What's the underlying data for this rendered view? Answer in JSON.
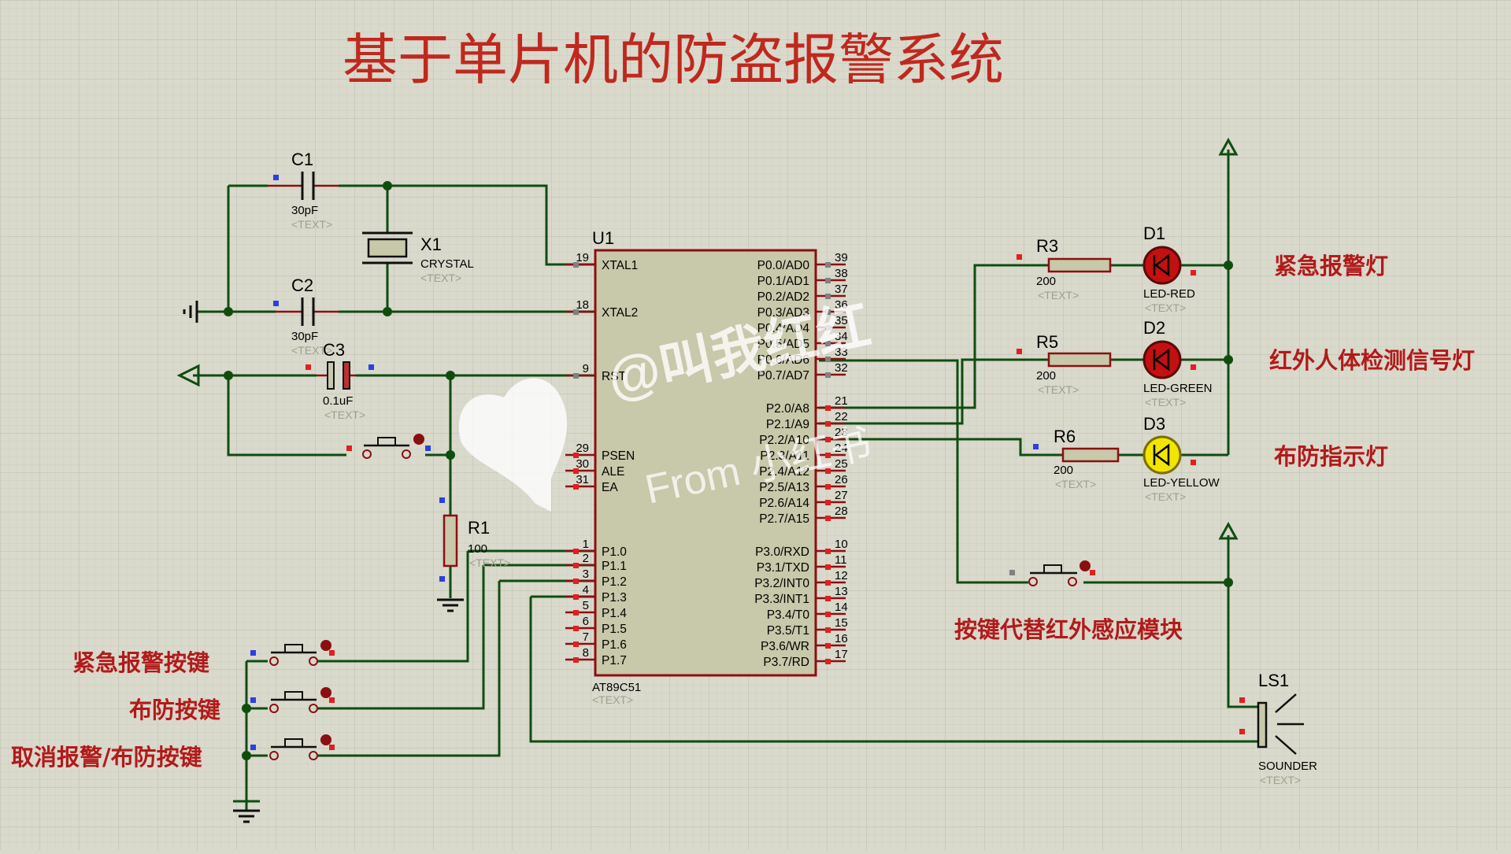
{
  "title": "基于单片机的防盗报警系统",
  "mcu": {
    "ref": "U1",
    "part": "AT89C51",
    "text": "<TEXT>",
    "left_pins": [
      {
        "num": "19",
        "name": "XTAL1"
      },
      {
        "num": "18",
        "name": "XTAL2"
      },
      {
        "num": "9",
        "name": "RST"
      },
      {
        "num": "29",
        "name": "PSEN"
      },
      {
        "num": "30",
        "name": "ALE"
      },
      {
        "num": "31",
        "name": "EA"
      },
      {
        "num": "1",
        "name": "P1.0"
      },
      {
        "num": "2",
        "name": "P1.1"
      },
      {
        "num": "3",
        "name": "P1.2"
      },
      {
        "num": "4",
        "name": "P1.3"
      },
      {
        "num": "5",
        "name": "P1.4"
      },
      {
        "num": "6",
        "name": "P1.5"
      },
      {
        "num": "7",
        "name": "P1.6"
      },
      {
        "num": "8",
        "name": "P1.7"
      }
    ],
    "right_pins": [
      {
        "num": "39",
        "name": "P0.0/AD0"
      },
      {
        "num": "38",
        "name": "P0.1/AD1"
      },
      {
        "num": "37",
        "name": "P0.2/AD2"
      },
      {
        "num": "36",
        "name": "P0.3/AD3"
      },
      {
        "num": "35",
        "name": "P0.4/AD4"
      },
      {
        "num": "34",
        "name": "P0.5/AD5"
      },
      {
        "num": "33",
        "name": "P0.6/AD6"
      },
      {
        "num": "32",
        "name": "P0.7/AD7"
      },
      {
        "num": "21",
        "name": "P2.0/A8"
      },
      {
        "num": "22",
        "name": "P2.1/A9"
      },
      {
        "num": "23",
        "name": "P2.2/A10"
      },
      {
        "num": "24",
        "name": "P2.3/A11"
      },
      {
        "num": "25",
        "name": "P2.4/A12"
      },
      {
        "num": "26",
        "name": "P2.5/A13"
      },
      {
        "num": "27",
        "name": "P2.6/A14"
      },
      {
        "num": "28",
        "name": "P2.7/A15"
      },
      {
        "num": "10",
        "name": "P3.0/RXD"
      },
      {
        "num": "11",
        "name": "P3.1/TXD"
      },
      {
        "num": "12",
        "name": "P3.2/INT0"
      },
      {
        "num": "13",
        "name": "P3.3/INT1"
      },
      {
        "num": "14",
        "name": "P3.4/T0"
      },
      {
        "num": "15",
        "name": "P3.5/T1"
      },
      {
        "num": "16",
        "name": "P3.6/WR"
      },
      {
        "num": "17",
        "name": "P3.7/RD"
      }
    ]
  },
  "components": {
    "c1": {
      "ref": "C1",
      "value": "30pF",
      "text": "<TEXT>"
    },
    "c2": {
      "ref": "C2",
      "value": "30pF",
      "text": "<TEXT>"
    },
    "c3": {
      "ref": "C3",
      "value": "0.1uF",
      "text": "<TEXT>"
    },
    "x1": {
      "ref": "X1",
      "value": "CRYSTAL",
      "text": "<TEXT>"
    },
    "r1": {
      "ref": "R1",
      "value": "100",
      "text": "<TEXT>"
    },
    "r3": {
      "ref": "R3",
      "value": "200",
      "text": "<TEXT>"
    },
    "r5": {
      "ref": "R5",
      "value": "200",
      "text": "<TEXT>"
    },
    "r6": {
      "ref": "R6",
      "value": "200",
      "text": "<TEXT>"
    },
    "d1": {
      "ref": "D1",
      "value": "LED-RED",
      "text": "<TEXT>"
    },
    "d2": {
      "ref": "D2",
      "value": "LED-GREEN",
      "text": "<TEXT>"
    },
    "d3": {
      "ref": "D3",
      "value": "LED-YELLOW",
      "text": "<TEXT>"
    },
    "ls1": {
      "ref": "LS1",
      "value": "SOUNDER",
      "text": "<TEXT>"
    }
  },
  "annotations": {
    "emergency_led": "紧急报警灯",
    "ir_led": "红外人体检测信号灯",
    "arm_led": "布防指示灯",
    "ir_button": "按键代替红外感应模块",
    "emergency_button": "紧急报警按键",
    "arm_button": "布防按键",
    "cancel_button": "取消报警/布防按键"
  },
  "watermark": {
    "handle": "@叫我红红",
    "source": "From 小红书"
  },
  "colors": {
    "background": "#d9d9cc",
    "grid": "#c6c6b8",
    "wire": "#0f4d0f",
    "chip_fill": "#c8c8aa",
    "chip_border": "#8a1010",
    "annotation": "#b21a1a",
    "led_red": "#c41010",
    "led_green": "#1a8a1a",
    "led_yellow": "#f2e600"
  }
}
